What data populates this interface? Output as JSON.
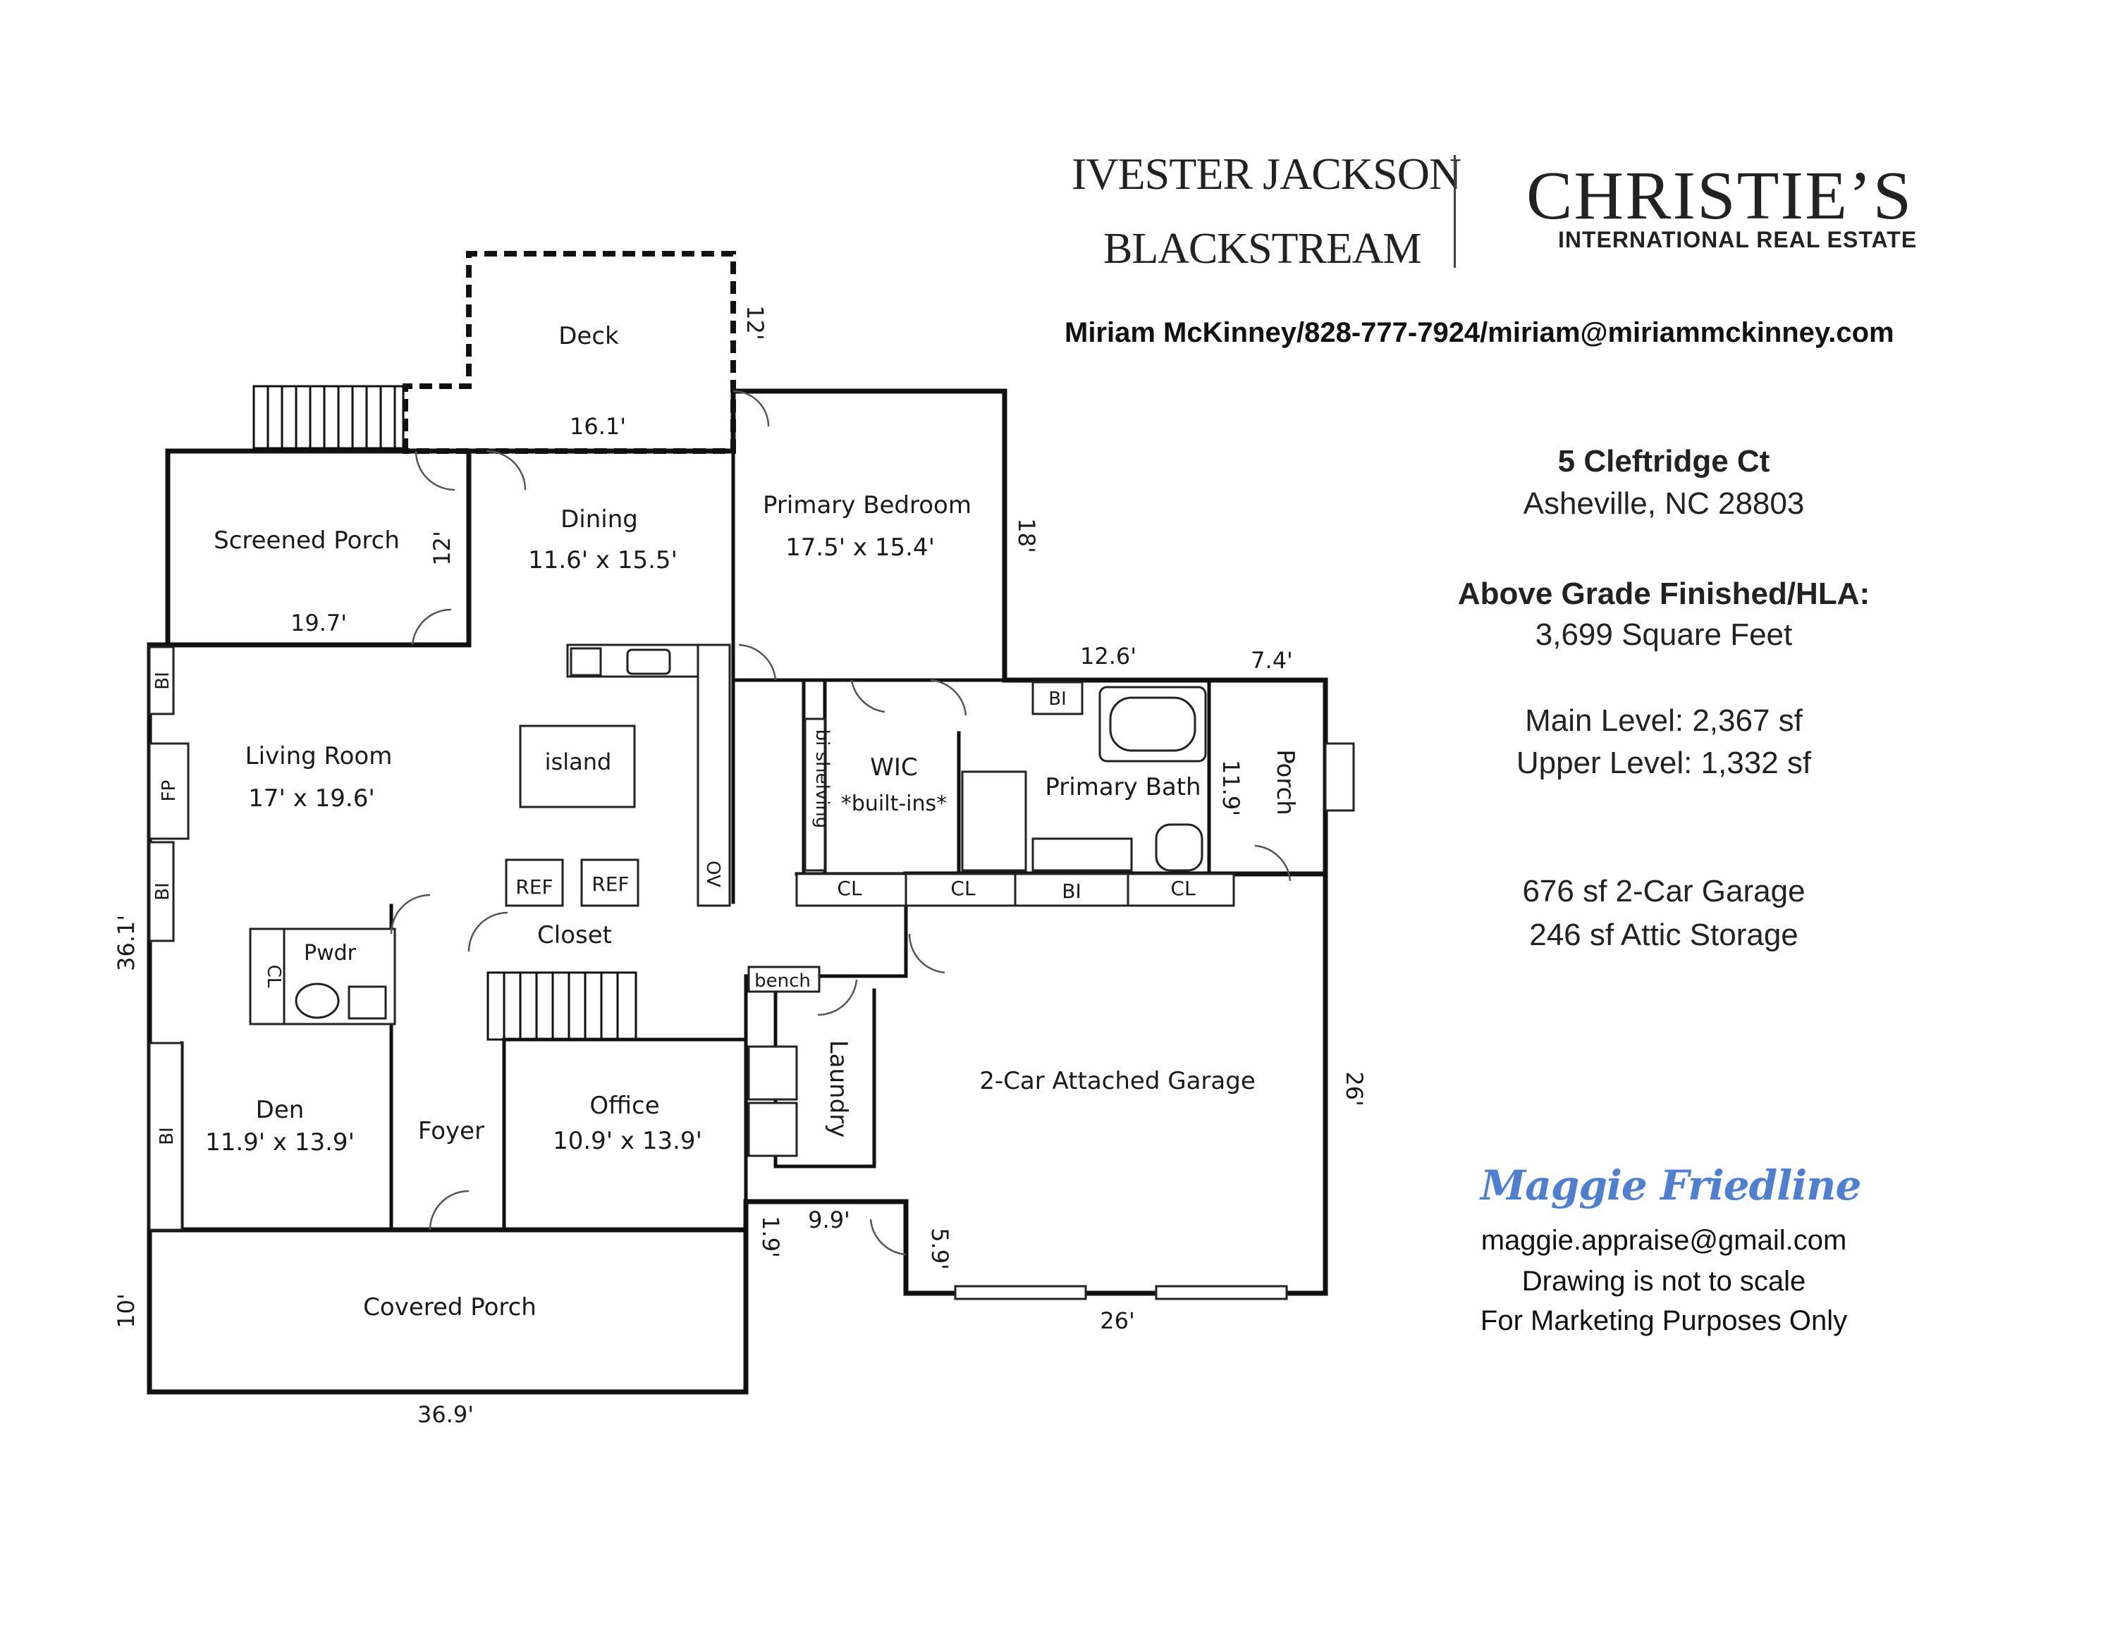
{
  "branding": {
    "broker_line1": "IVESTER JACKSON",
    "broker_line2": "BLACKSTREAM",
    "partner_name": "CHRISTIE’S",
    "partner_sub": "INTERNATIONAL REAL ESTATE"
  },
  "contact": "Miriam McKinney/828-777-7924/miriam@miriammckinney.com",
  "property": {
    "address_line1": "5 Cleftridge Ct",
    "address_line2": "Asheville, NC 28803",
    "hla_label": "Above Grade Finished/HLA:",
    "hla_value": "3,699 Square Feet",
    "main_level": "Main Level: 2,367 sf",
    "upper_level": "Upper Level: 1,332 sf",
    "garage": "676 sf 2-Car Garage",
    "attic": "246 sf Attic Storage"
  },
  "appraiser": {
    "name": "Maggie Friedline",
    "email": "maggie.appraise@gmail.com",
    "note1": "Drawing is not to scale",
    "note2": "For Marketing Purposes Only"
  },
  "rooms": {
    "deck": "Deck",
    "screened_porch": "Screened Porch",
    "dining": "Dining",
    "dining_dim": "11.6' x 15.5'",
    "primary_bedroom": "Primary Bedroom",
    "primary_bedroom_dim": "17.5' x 15.4'",
    "living_room": "Living Room",
    "living_room_dim": "17' x 19.6'",
    "island": "island",
    "wic": "WIC",
    "wic_note": "*built-ins*",
    "bi_shelving": "bi shelving",
    "primary_bath": "Primary Bath",
    "porch": "Porch",
    "closet": "Closet",
    "pwdr": "Pwdr",
    "den": "Den",
    "den_dim": "11.9' x 13.9'",
    "foyer": "Foyer",
    "office": "Office",
    "office_dim": "10.9' x 13.9'",
    "laundry": "Laundry",
    "bench": "bench",
    "garage": "2-Car Attached Garage",
    "covered_porch": "Covered Porch"
  },
  "fixtures": {
    "bi": "BI",
    "fp": "FP",
    "cl": "CL",
    "ref": "REF",
    "ov": "OV"
  },
  "dimensions": {
    "deck_depth": "12'",
    "deck_width": "16.1'",
    "screened_depth": "12'",
    "screened_width": "19.7'",
    "bedroom_depth": "18'",
    "bath_width": "12.6'",
    "porch_width": "7.4'",
    "porch_depth": "11.9'",
    "house_depth": "36.1'",
    "garage_depth": "26'",
    "garage_width": "26'",
    "step_depth": "1.9'",
    "step_width": "9.9'",
    "garage_jog": "5.9'",
    "covered_depth": "10'",
    "covered_width": "36.9'"
  }
}
